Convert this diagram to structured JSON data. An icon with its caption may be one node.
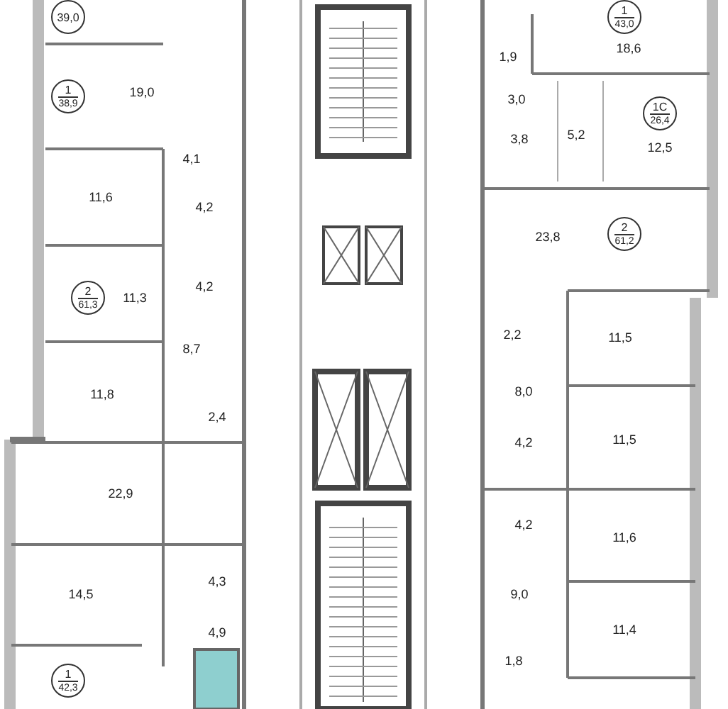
{
  "diagram": {
    "nodes": [
      {
        "text": [
          "39,0"
        ]
      },
      {
        "text": [
          "1",
          "43,0"
        ]
      },
      {
        "text": [
          "1",
          "38,9"
        ]
      },
      {
        "text": [
          "1С",
          "26,4"
        ]
      },
      {
        "text": [
          "2",
          "61,2"
        ]
      },
      {
        "text": [
          "2",
          "61,3"
        ]
      },
      {
        "text": [
          "1",
          "42,3"
        ]
      }
    ],
    "labels": [
      "1,9",
      "18,6",
      "19,0",
      "3,0",
      "5,2",
      "3,8",
      "12,5",
      "4,1",
      "11,6",
      "4,2",
      "23,8",
      "4,2",
      "11,3",
      "2,2",
      "11,5",
      "8,7",
      "8,0",
      "11,8",
      "2,4",
      "4,2",
      "11,5",
      "22,9",
      "4,2",
      "11,6",
      "4,3",
      "14,5",
      "9,0",
      "11,4",
      "4,9",
      "1,8"
    ]
  }
}
